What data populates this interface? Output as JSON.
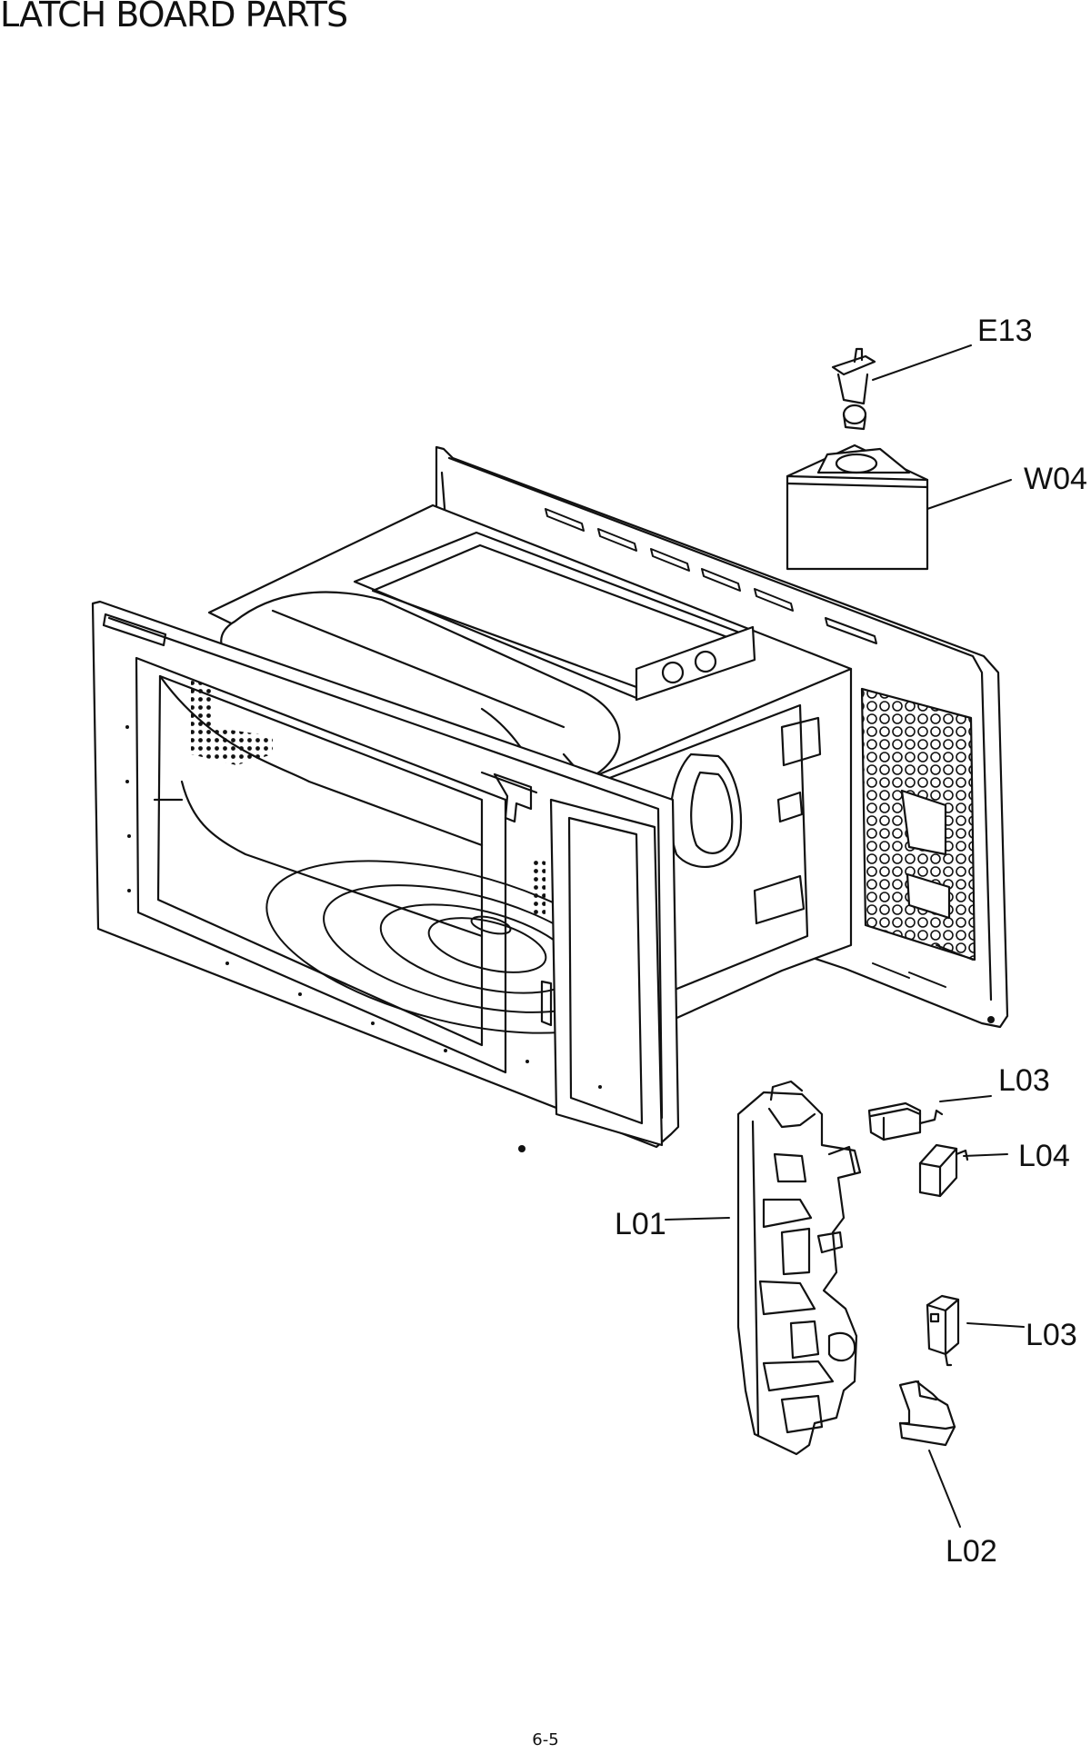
{
  "title": "LATCH BOARD PARTS",
  "callouts": {
    "e13": "E13",
    "w04": "W04",
    "l03_top": "L03",
    "l04": "L04",
    "l01": "L01",
    "l03_bottom": "L03",
    "l02": "L02"
  },
  "page_number": "6-5"
}
